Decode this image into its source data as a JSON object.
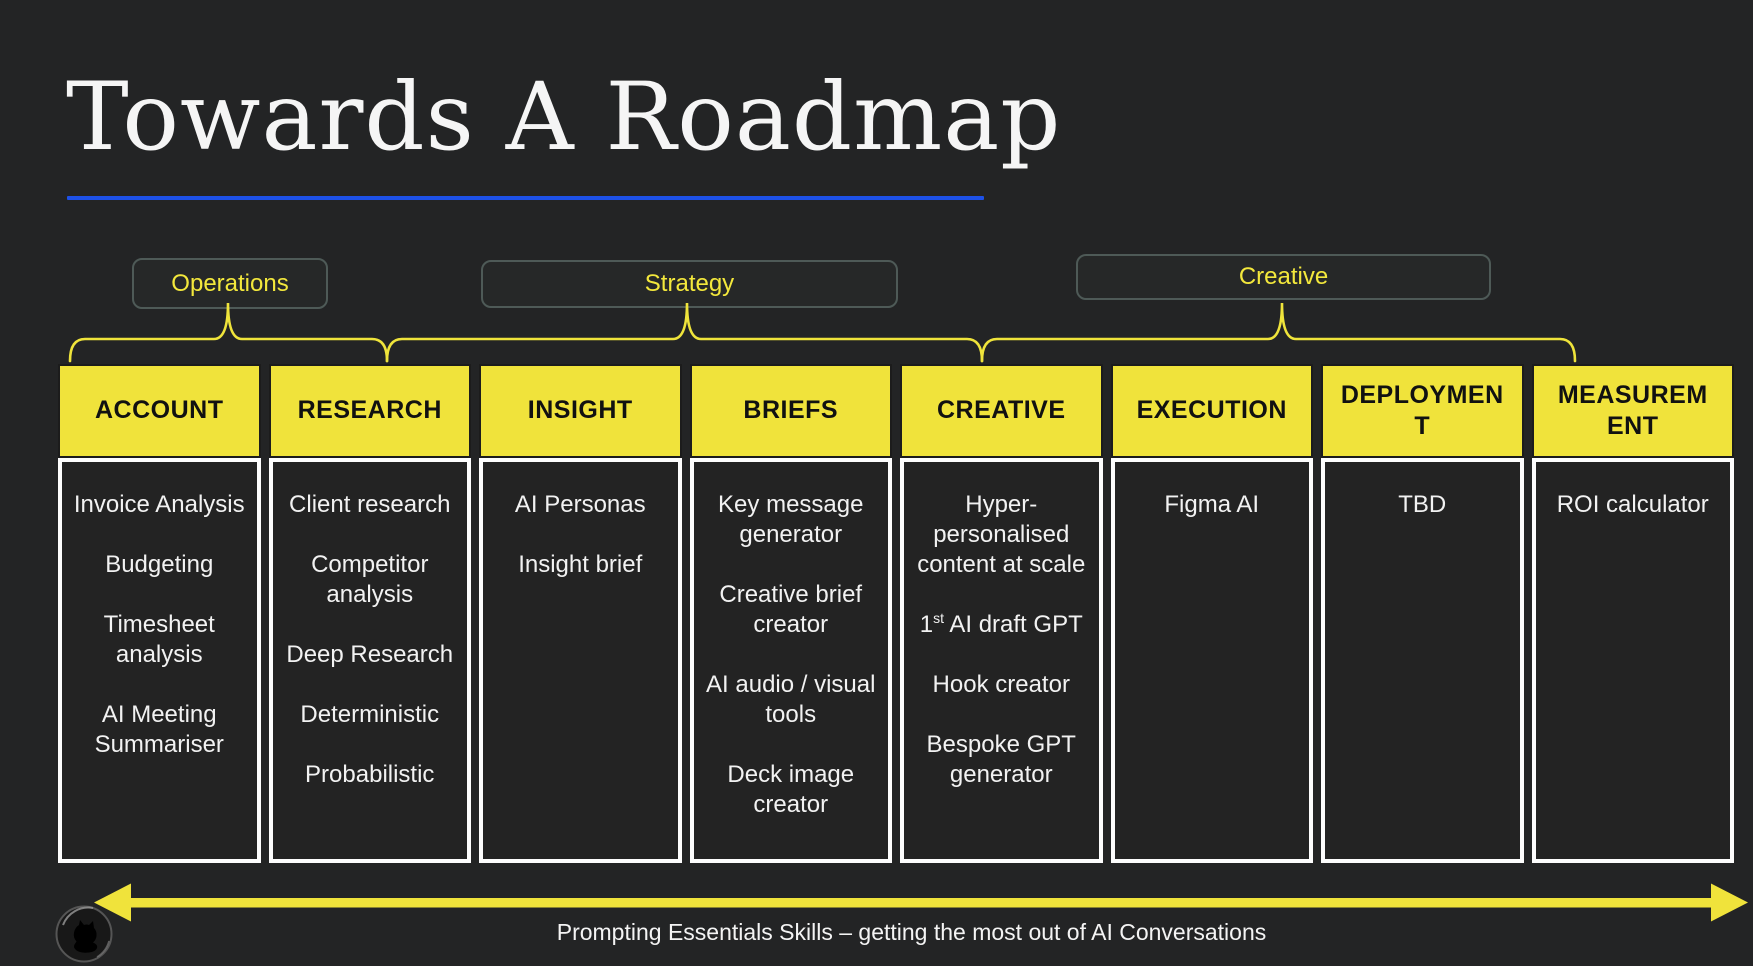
{
  "slide": {
    "title": "Towards A Roadmap",
    "background_color": "#232425",
    "accent_yellow": "#F0E33B",
    "underline_color": "#1D51E8",
    "cell_text_color": "#F2F2F2"
  },
  "groups": [
    {
      "label": "Operations"
    },
    {
      "label": "Strategy"
    },
    {
      "label": "Creative"
    }
  ],
  "table": {
    "columns": [
      {
        "header": "ACCOUNT",
        "items": [
          "Invoice Analysis",
          "Budgeting",
          "Timesheet analysis",
          "AI Meeting Summariser"
        ]
      },
      {
        "header": "RESEARCH",
        "items": [
          "Client research",
          "Competitor analysis",
          "Deep Research",
          "Deterministic",
          "Probabilistic"
        ]
      },
      {
        "header": "INSIGHT",
        "items": [
          "AI Personas",
          "Insight brief"
        ]
      },
      {
        "header": "BRIEFS",
        "items": [
          "Key message generator",
          "Creative brief creator",
          "AI audio / visual tools",
          "Deck image creator"
        ]
      },
      {
        "header": "CREATIVE",
        "items": [
          "Hyper-personalised content at scale",
          "1st AI draft GPT",
          "Hook creator",
          "Bespoke GPT generator"
        ]
      },
      {
        "header": "EXECUTION",
        "items": [
          "Figma AI"
        ]
      },
      {
        "header": "DEPLOYMENT",
        "items": [
          "TBD"
        ]
      },
      {
        "header": "MEASUREMENT",
        "items": [
          "ROI calculator"
        ]
      }
    ]
  },
  "footer": {
    "caption": "Prompting Essentials Skills – getting the most out of AI Conversations"
  },
  "logo": {
    "name": "cat-in-circle-logo"
  }
}
